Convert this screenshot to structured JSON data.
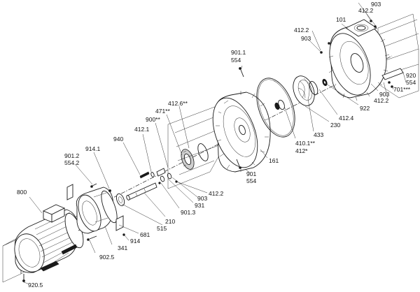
{
  "labels": {
    "l800": "800",
    "l920_5": "920.5",
    "l902_5": "902.5",
    "l341": "341",
    "l914_low": "914",
    "l681": "681",
    "l515": "515",
    "l210": "210",
    "l901_3": "901.3",
    "l931": "931",
    "l903_mid": "903",
    "l412_2_mid": "412.2",
    "l901_2": "901.2",
    "l554_2": "554.2",
    "l914_1": "914.1",
    "l940": "940",
    "l412_1": "412.1",
    "l900": "900**",
    "l471": "471**",
    "l412_6": "412.6**",
    "l901_1": "901.1",
    "l554_top": "554",
    "l901_low": "901",
    "l554_low": "554",
    "l161": "161",
    "l410_1": "410.1**",
    "l412_star": "412*",
    "l433": "433",
    "l230": "230",
    "l412_4": "412.4",
    "l922": "922",
    "l903_right": "903",
    "l412_2_right": "412.2",
    "l701": "701***",
    "l920_right": "920",
    "l554_right": "554",
    "l101": "101",
    "l412_2_top": "412.2",
    "l903_top": "903",
    "l412_2_topleft": "412.2",
    "l903_topleft": "903"
  }
}
